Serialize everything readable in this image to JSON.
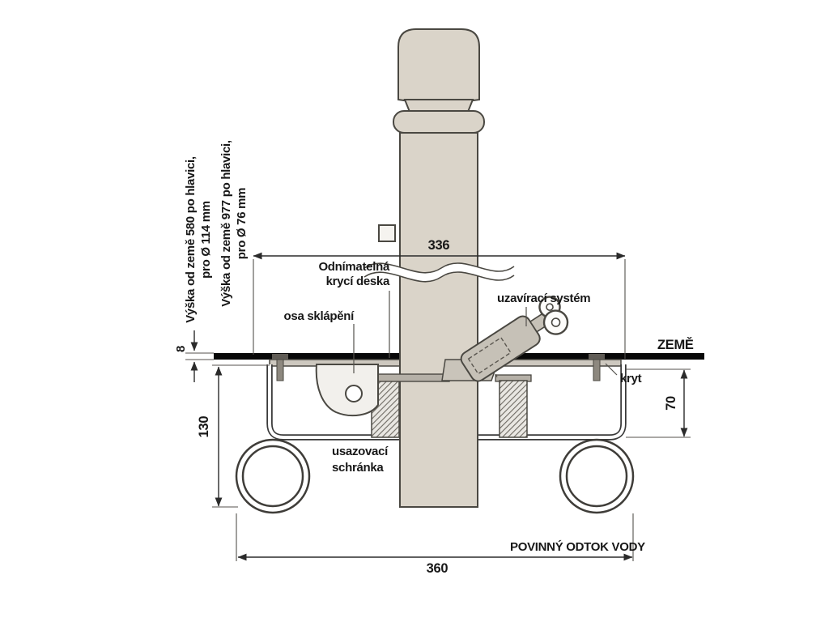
{
  "diagram": {
    "type": "technical-cross-section",
    "subject": "retractable lockable bollard installation",
    "labels": {
      "height_580_line1": "Výška od země 580 po hlavici,",
      "height_580_line2": "pro Ø 114 mm",
      "height_977_line1": "Výška od země 977 po hlavici,",
      "height_977_line2": "pro Ø 76 mm",
      "removable_cover_line1": "Odnímatelná",
      "removable_cover_line2": "krycí deska",
      "folding_axis": "osa sklápění",
      "locking_system": "uzavírací systém",
      "ground": "ZEMĚ",
      "cover": "kryt",
      "seating_box_line1": "usazovací",
      "seating_box_line2": "schránka",
      "water_drain": "POVINNÝ ODTOK VODY"
    },
    "dimensions": {
      "cover_width_mm": "336",
      "ground_thickness_mm": "8",
      "left_depth_mm": "130",
      "right_depth_mm": "70",
      "bottom_width_mm": "360"
    },
    "colors": {
      "bollard_fill": "#dad4c9",
      "outline": "#4a4842",
      "ground_line": "#080808",
      "metal_grey": "#c6c1b7",
      "background": "#ffffff"
    }
  }
}
